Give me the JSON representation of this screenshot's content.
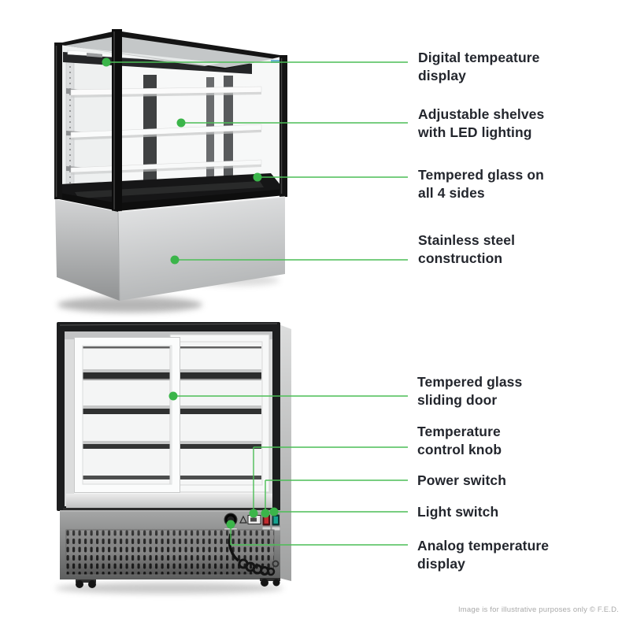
{
  "colors": {
    "accent_green": "#3bb54a",
    "leader_line_green": "#4cbe56",
    "label_text": "#23262d",
    "footer_text": "#a9a9a9",
    "background": "#ffffff",
    "power_switch_red": "#c22a2e",
    "light_switch_teal": "#16a390"
  },
  "top_section": {
    "figure": "glass display cabinet front three-quarter view",
    "callouts": [
      {
        "line1": "Digital tempeature",
        "line2": "display"
      },
      {
        "line1": "Adjustable shelves",
        "line2": "with LED lighting"
      },
      {
        "line1": "Tempered glass on",
        "line2": "all 4 sides"
      },
      {
        "line1": "Stainless steel",
        "line2": "construction"
      }
    ]
  },
  "bottom_section": {
    "figure": "glass display cabinet rear view",
    "callouts": [
      {
        "line1": "Tempered glass",
        "line2": "sliding door"
      },
      {
        "line1": "Temperature",
        "line2": "control knob"
      },
      {
        "line1": "Power switch",
        "line2": ""
      },
      {
        "line1": "Light switch",
        "line2": ""
      },
      {
        "line1": "Analog temperature",
        "line2": "display"
      }
    ]
  },
  "footer": {
    "text": "Image is for illustrative purposes only © F.E.D."
  }
}
